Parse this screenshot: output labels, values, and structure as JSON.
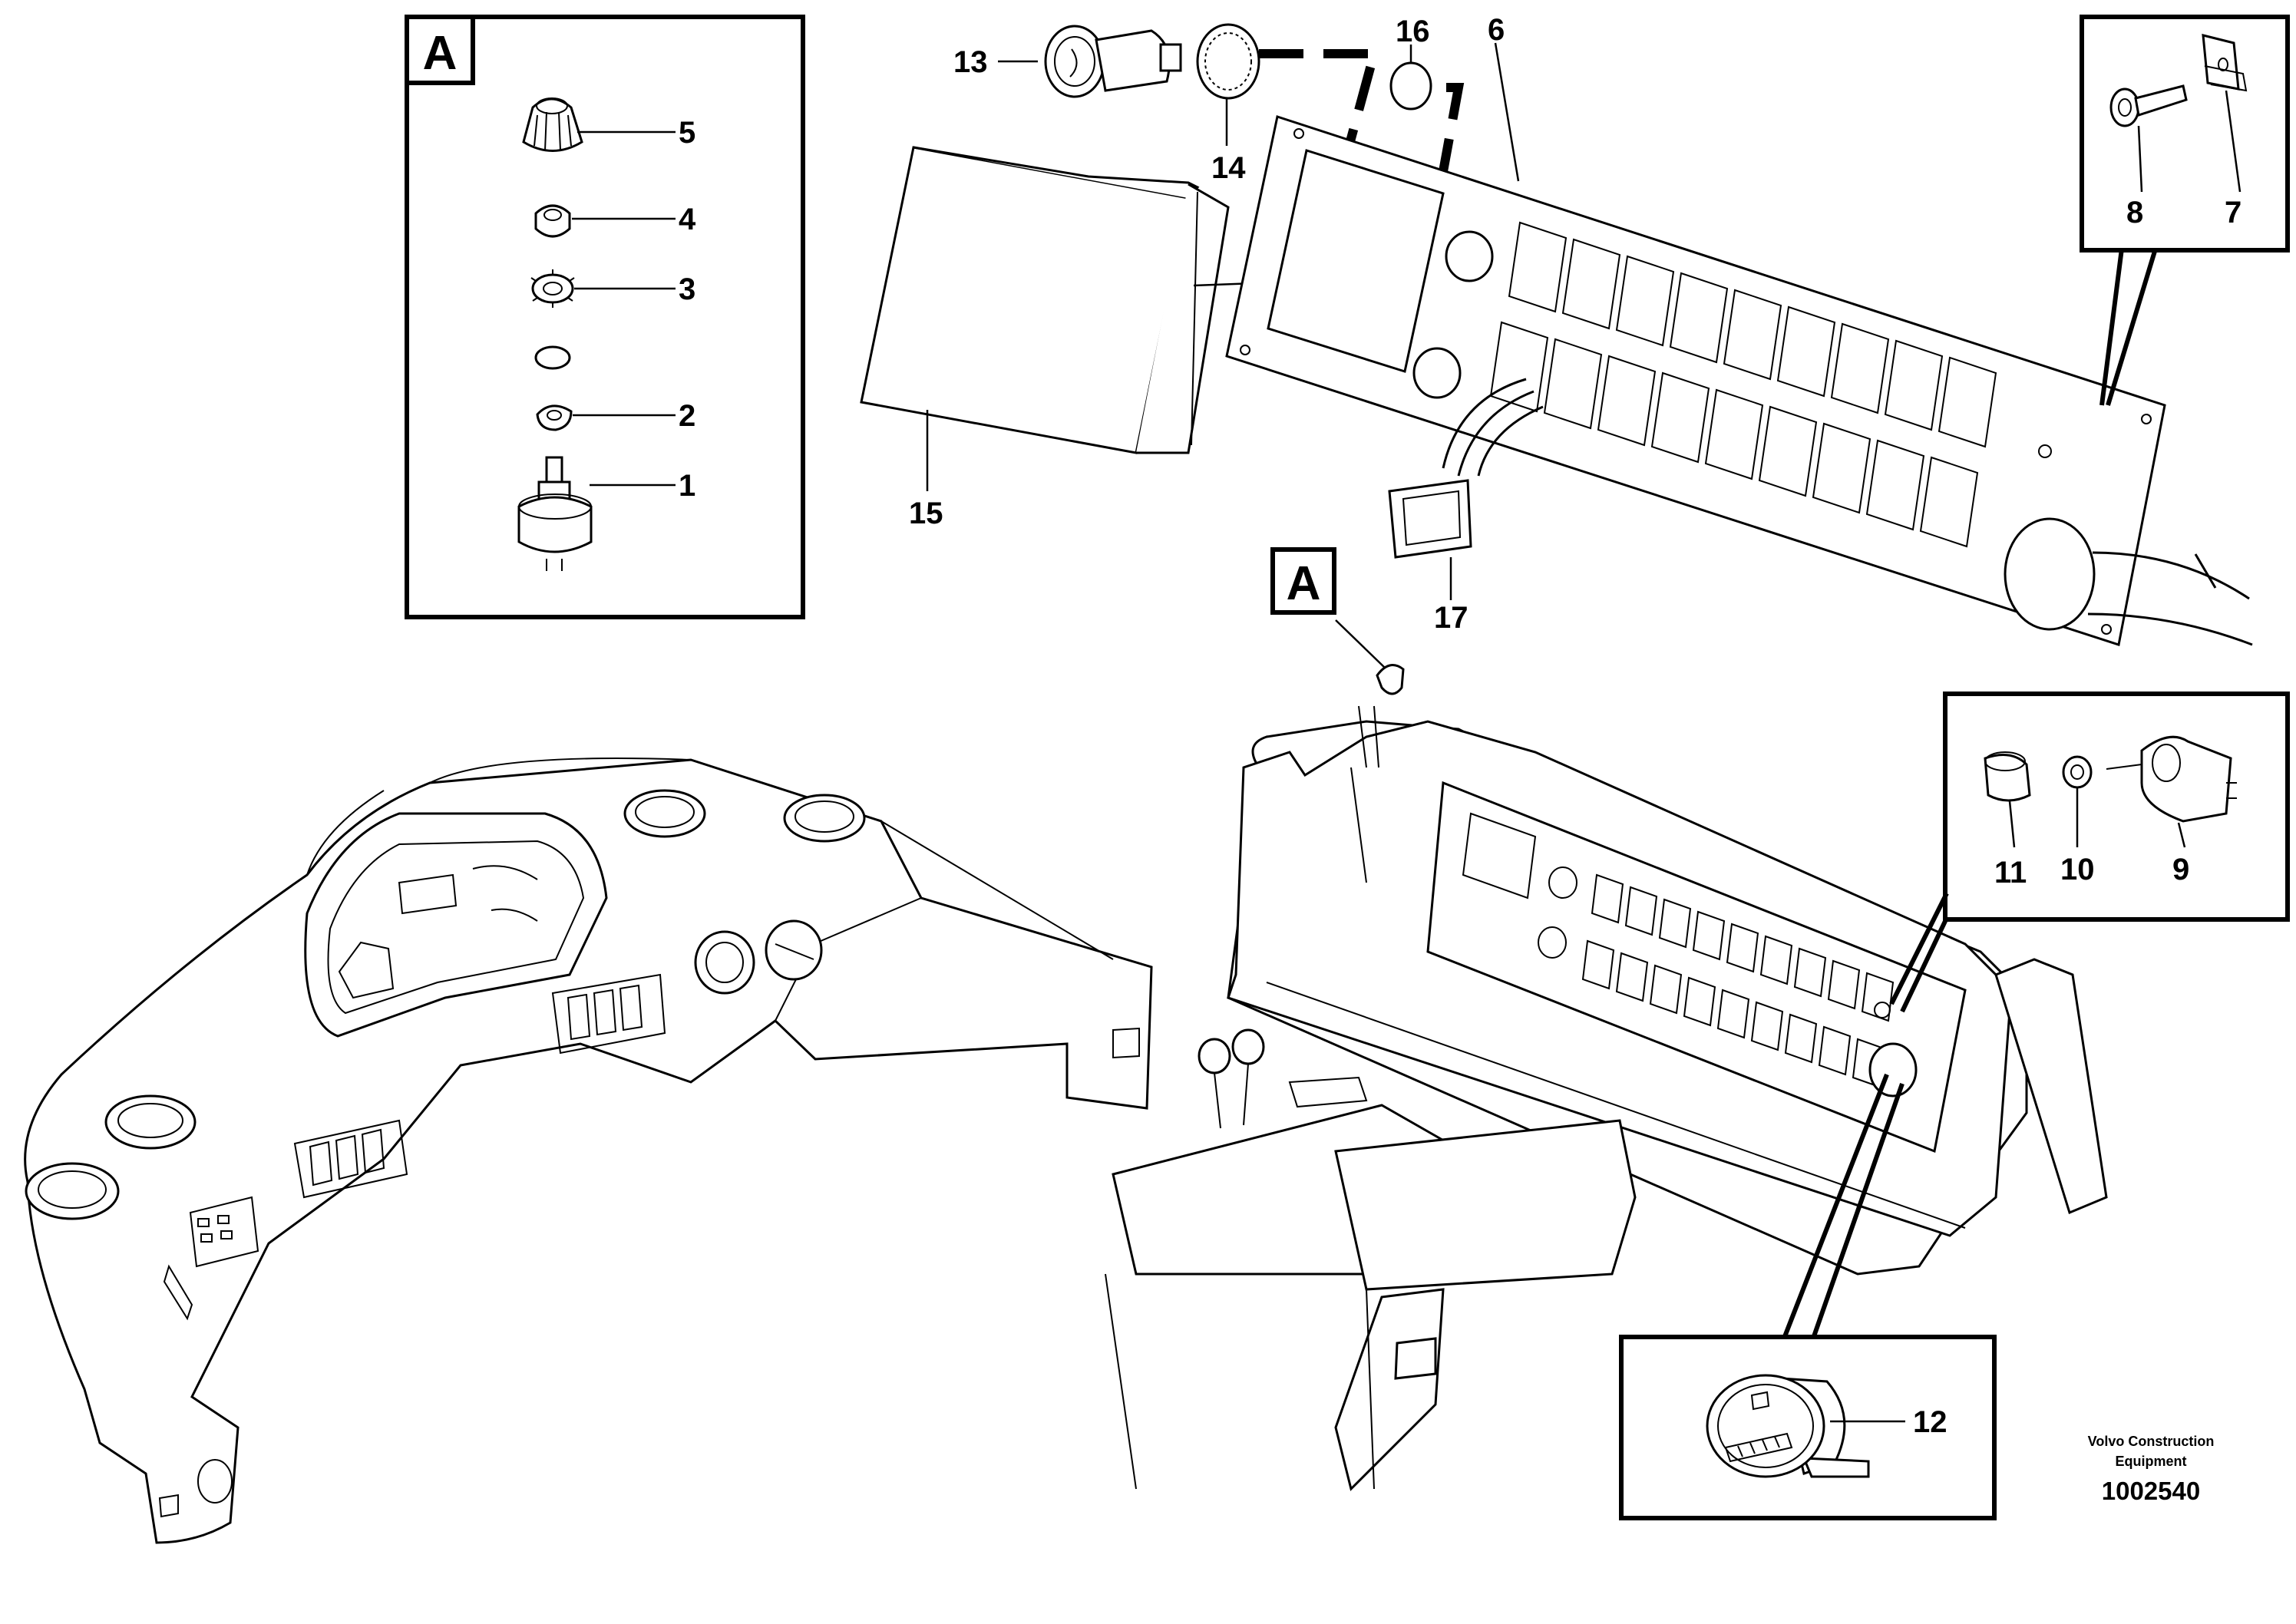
{
  "detail_tag": "A",
  "callouts": {
    "p1": "1",
    "p2": "2",
    "p3": "3",
    "p4": "4",
    "p5": "5",
    "p6": "6",
    "p7": "7",
    "p8": "8",
    "p9": "9",
    "p10": "10",
    "p11": "11",
    "p12": "12",
    "p13": "13",
    "p14": "14",
    "p15": "15",
    "p16": "16",
    "p17": "17"
  },
  "credit": {
    "line1": "Volvo Construction",
    "line2": "Equipment",
    "number": "1002540"
  }
}
